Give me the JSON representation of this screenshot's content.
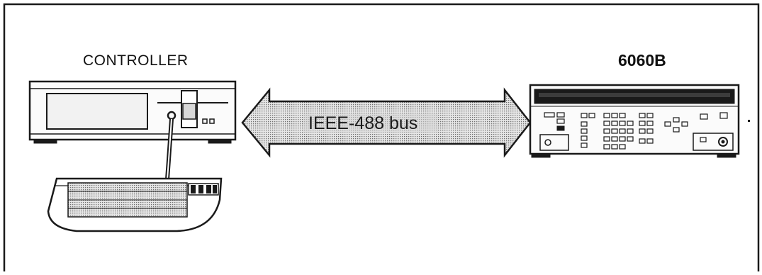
{
  "diagram": {
    "controller_label": "CONTROLLER",
    "device_label": "6060B",
    "bus_label": "IEEE-488 bus"
  },
  "colors": {
    "line": "#1a1a1a",
    "bus_fill": "#cfcfcf",
    "screen": "#f2f2f2",
    "background": "#ffffff"
  }
}
